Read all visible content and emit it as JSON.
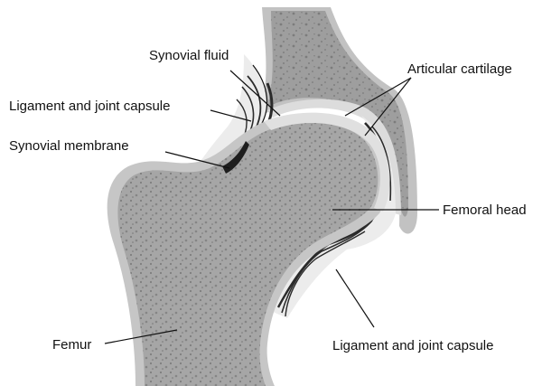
{
  "diagram": {
    "labels": {
      "synovial_fluid": "Synovial fluid",
      "articular_cartilage": "Articular cartilage",
      "ligament_capsule_upper": "Ligament and joint capsule",
      "synovial_membrane": "Synovial membrane",
      "femoral_head": "Femoral head",
      "femur": "Femur",
      "ligament_capsule_lower": "Ligament and joint capsule"
    },
    "colors": {
      "bone": "#9e9e9e",
      "bone_pores": "#7c7c7c",
      "cortex": "#c2c2c2",
      "cartilage": "#dcdcdc",
      "ligament_fibers": "#2b2b2b",
      "synovial_space": "#ececec"
    }
  }
}
